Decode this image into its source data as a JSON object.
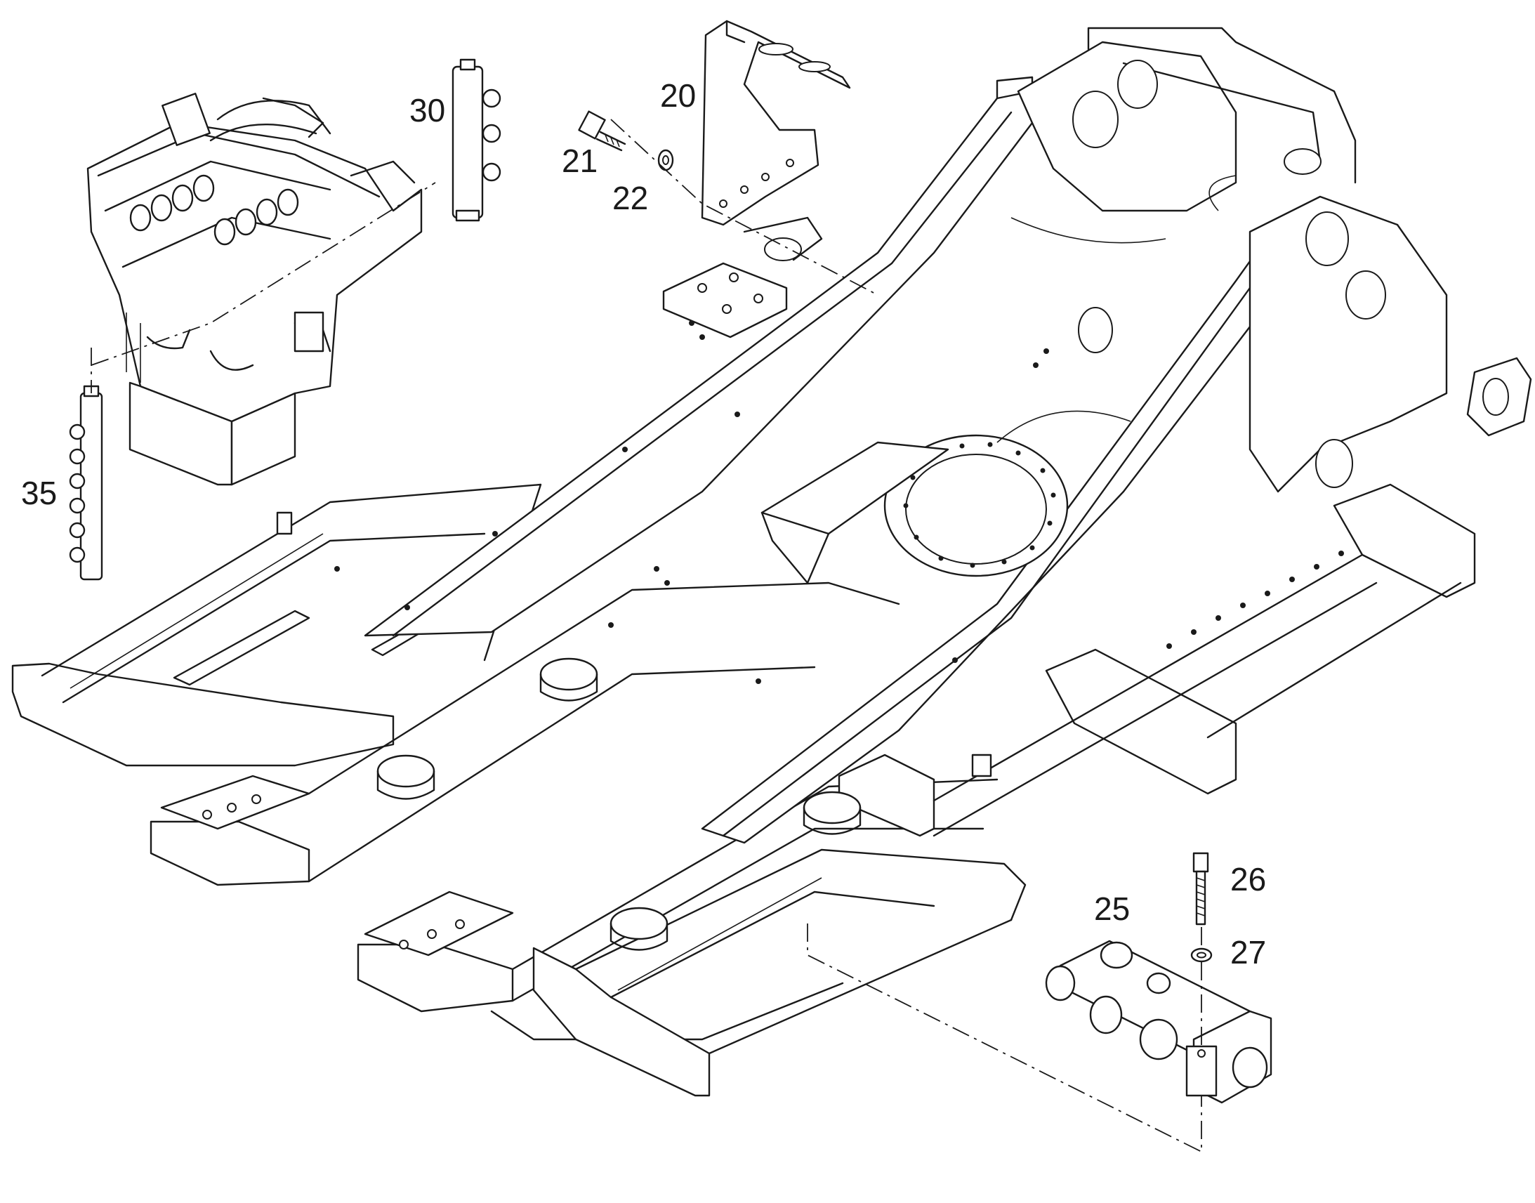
{
  "callouts": {
    "p20": "20",
    "p21": "21",
    "p22": "22",
    "p25": "25",
    "p26": "26",
    "p27": "27",
    "p30": "30",
    "p35": "35"
  }
}
